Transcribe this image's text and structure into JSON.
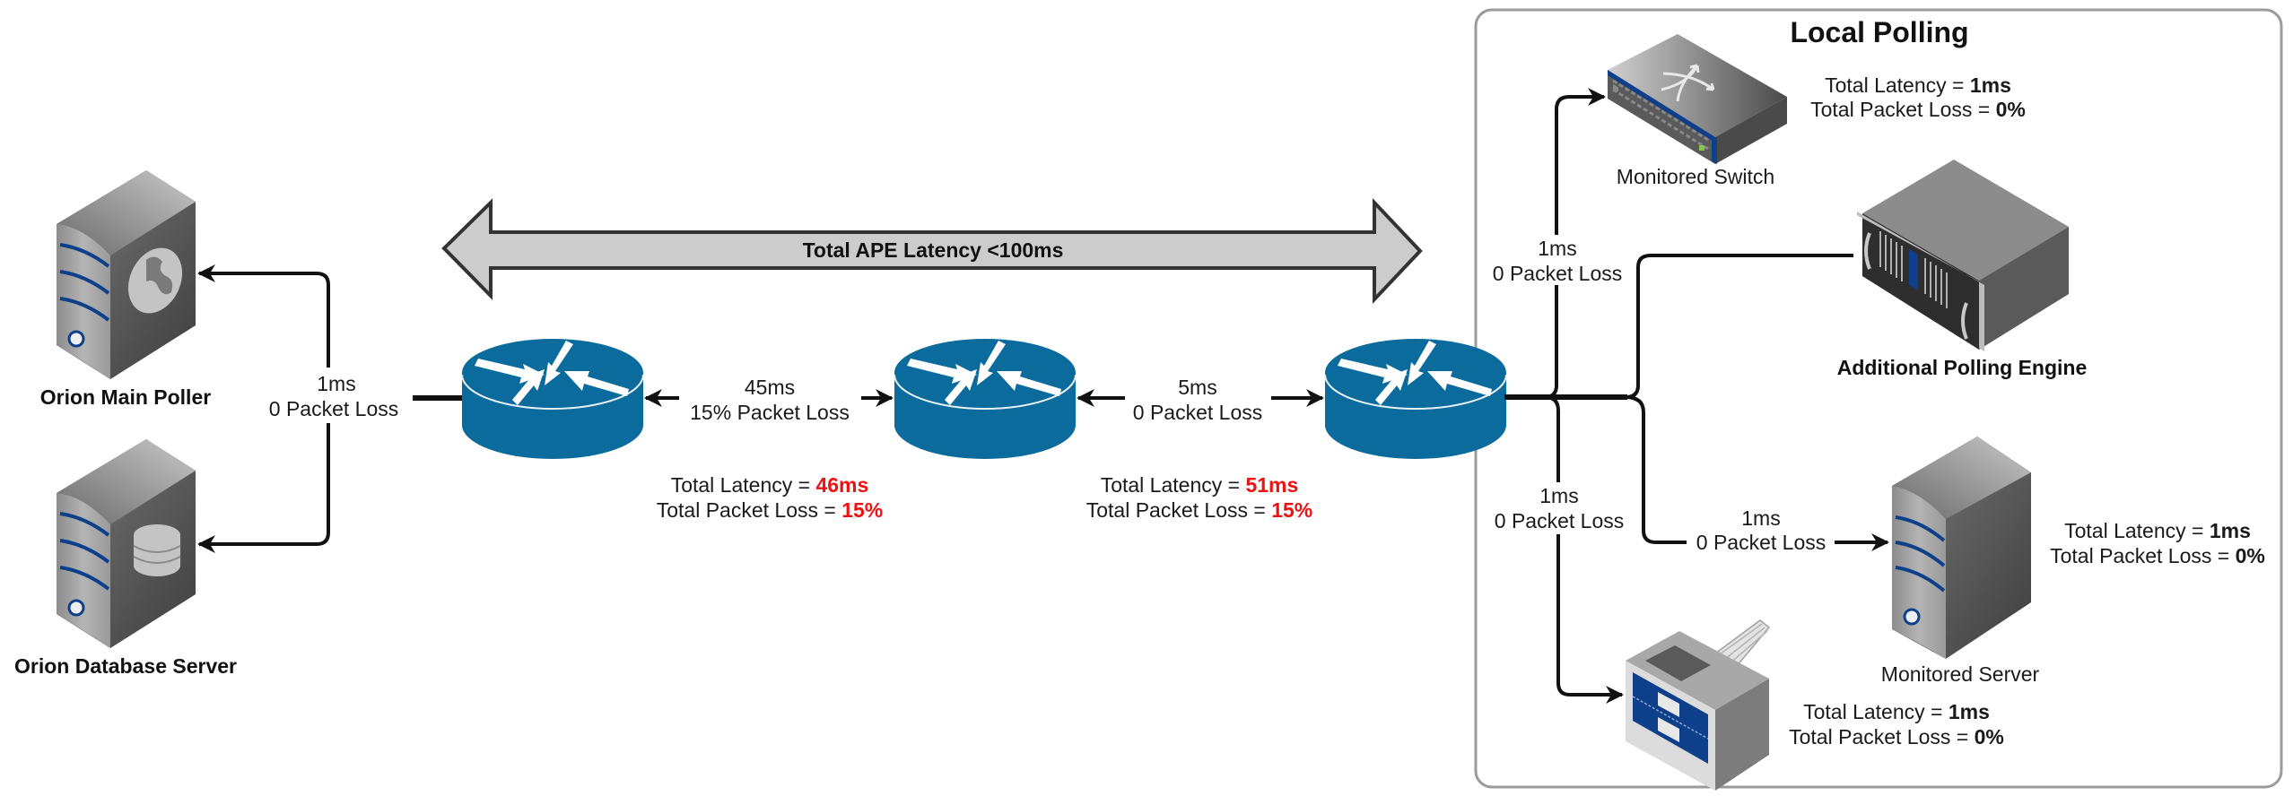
{
  "diagram": {
    "group": {
      "title": "Local Polling"
    },
    "banner": {
      "label": "Total APE Latency <100ms"
    },
    "alert_color": "#ee1111",
    "router_color": "#0b6b9c",
    "nodes": {
      "main_poller": {
        "label": "Orion Main Poller",
        "icon": "web-server-icon"
      },
      "db_server": {
        "label": "Orion Database Server",
        "icon": "database-server-icon"
      },
      "router1": {
        "icon": "router-icon"
      },
      "router2": {
        "icon": "router-icon"
      },
      "router3": {
        "icon": "router-icon"
      },
      "switch": {
        "label": "Monitored Switch",
        "icon": "switch-icon"
      },
      "ape": {
        "label": "Additional Polling Engine",
        "icon": "rack-server-icon"
      },
      "mon_server": {
        "label": "Monitored Server",
        "icon": "tower-server-icon"
      },
      "printer": {
        "icon": "printer-icon"
      }
    },
    "links": {
      "poller_router1": {
        "latency": "1ms",
        "loss": "0 Packet Loss"
      },
      "router1_router2": {
        "latency": "45ms",
        "loss": "15% Packet Loss"
      },
      "router2_router3": {
        "latency": "5ms",
        "loss": "0 Packet Loss"
      },
      "router3_switch": {
        "latency": "1ms",
        "loss": "0 Packet Loss"
      },
      "router3_printer": {
        "latency": "1ms",
        "loss": "0 Packet Loss"
      },
      "router3_server": {
        "latency": "1ms",
        "loss": "0 Packet Loss"
      }
    },
    "totals": {
      "router2": {
        "latency_prefix": "Total Latency = ",
        "latency": "46ms",
        "loss_prefix": "Total Packet Loss = ",
        "loss": "15%"
      },
      "router3": {
        "latency_prefix": "Total Latency = ",
        "latency": "51ms",
        "loss_prefix": "Total Packet Loss = ",
        "loss": "15%"
      },
      "switch": {
        "latency_prefix": "Total Latency = ",
        "latency": "1ms",
        "loss_prefix": "Total Packet Loss = ",
        "loss": "0%"
      },
      "mon_server": {
        "latency_prefix": "Total Latency = ",
        "latency": "1ms",
        "loss_prefix": "Total Packet Loss = ",
        "loss": "0%"
      },
      "printer": {
        "latency_prefix": "Total Latency = ",
        "latency": "1ms",
        "loss_prefix": "Total Packet Loss = ",
        "loss": "0%"
      }
    }
  }
}
